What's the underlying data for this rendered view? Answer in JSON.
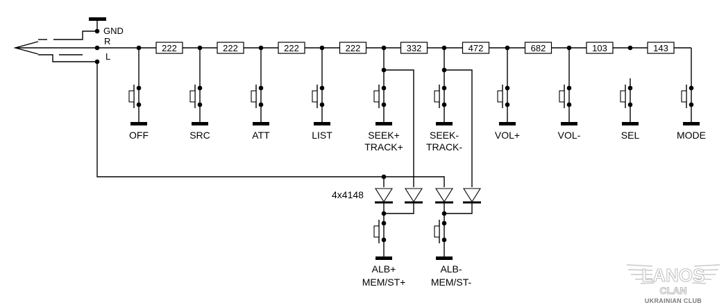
{
  "jack": {
    "pins": [
      "GND",
      "R",
      "L"
    ]
  },
  "resistors": [
    "222",
    "222",
    "222",
    "222",
    "332",
    "472",
    "682",
    "103",
    "143"
  ],
  "buttons": [
    {
      "lines": [
        "OFF"
      ]
    },
    {
      "lines": [
        "SRC"
      ]
    },
    {
      "lines": [
        "ATT"
      ]
    },
    {
      "lines": [
        "LIST"
      ]
    },
    {
      "lines": [
        "SEEK+",
        "TRACK+"
      ]
    },
    {
      "lines": [
        "SEEK-",
        "TRACK-"
      ]
    },
    {
      "lines": [
        "VOL+"
      ]
    },
    {
      "lines": [
        "VOL-"
      ]
    },
    {
      "lines": [
        "SEL"
      ]
    },
    {
      "lines": [
        "MODE"
      ]
    }
  ],
  "diodes": {
    "label": "4x4148",
    "count": 4
  },
  "lower_buttons": [
    {
      "lines": [
        "ALB+",
        "MEM/ST+"
      ]
    },
    {
      "lines": [
        "ALB-",
        "MEM/ST-"
      ]
    }
  ],
  "logo": {
    "title": "LANOS",
    "subtitle": "CLAN",
    "tagline": "UKRAINIAN CLUB"
  }
}
